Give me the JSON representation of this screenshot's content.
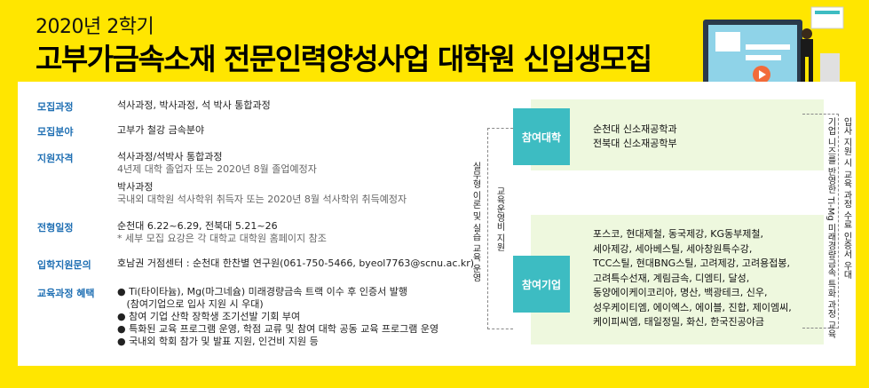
{
  "header": {
    "subtitle": "2020년 2학기",
    "title": "고부가금속소재 전문인력양성사업 대학원 신입생모집"
  },
  "info": {
    "course": {
      "label": "모집과정",
      "value": "석사과정, 박사과정, 석 박사 통합과정"
    },
    "field": {
      "label": "모집분야",
      "value": "고부가 철강 금속분야"
    },
    "qualification": {
      "label": "지원자격",
      "line1": "석사과정/석박사 통합과정",
      "line2": "4년제 대학 졸업자 또는 2020년 8월 졸업예정자",
      "line3": "박사과정",
      "line4": "국내외 대학원 석사학위 취득자 또는 2020년 8월 석사학위 취득예정자"
    },
    "schedule": {
      "label": "전형일정",
      "line1": "순천대 6.22~6.29, 전북대 5.21~26",
      "line2": "* 세부 모집 요강은 각 대학교 대학원 홈페이지 참조"
    },
    "inquiry": {
      "label": "입학지원문의",
      "value": "호남권 거점센터 : 순천대 한찬별 연구원(061-750-5466, byeol7763@scnu.ac.kr)"
    },
    "benefits": {
      "label": "교육과정 혜택",
      "items": [
        "● Ti(타이타늄), Mg(마그네슘) 미래경량금속 트랙 이수 후 인증서 발행",
        "   (참여기업으로 입사 지원 시 우대)",
        "● 참여 기업 산학 장학생 조기선발 기회 부여",
        "● 특화된 교육 프로그램 운영, 학점 교류 및 참여 대학 공동 교육 프로그램 운영",
        "● 국내외 학회 참가 및 발표 지원, 인건비 지원 등"
      ]
    }
  },
  "diagram": {
    "univ_label": "참여대학",
    "univ_lines": [
      "순천대 신소재공학과",
      "전북대 신소재공학부"
    ],
    "company_label": "참여기업",
    "company_lines": [
      "포스코, 현대제철, 동국제강, KG동부제철,",
      "세아제강, 세아베스틸, 세아창원특수강,",
      "TCC스틸, 현대BNG스틸, 고려제강, 고려용접봉,",
      "고려특수선재, 계림금속, 디엠티, 달성,",
      "동양에이케이코리아, 명산, 백광테크, 신우,",
      "성우케이티엠, 에이엑스, 에이블, 진합, 제이엠씨,",
      "케이피씨엠, 태일정밀, 화신, 한국진공야금"
    ],
    "left_vertical": "실무형 이론 및 실습 교육 운영",
    "inner_vertical": "교육운영비 지원",
    "right_vertical1": "입사 지원 시 교육 과정 수료 인증서 우대",
    "right_vertical2": "기업 니즈를 반영한 Ti-Mg 미래경량금속 특화 과정 교육"
  },
  "colors": {
    "accent_blue": "#1f6fb3",
    "teal": "#3dbcc2",
    "bg_yellow": "#FFE600",
    "pale_green": "#eef8de"
  }
}
